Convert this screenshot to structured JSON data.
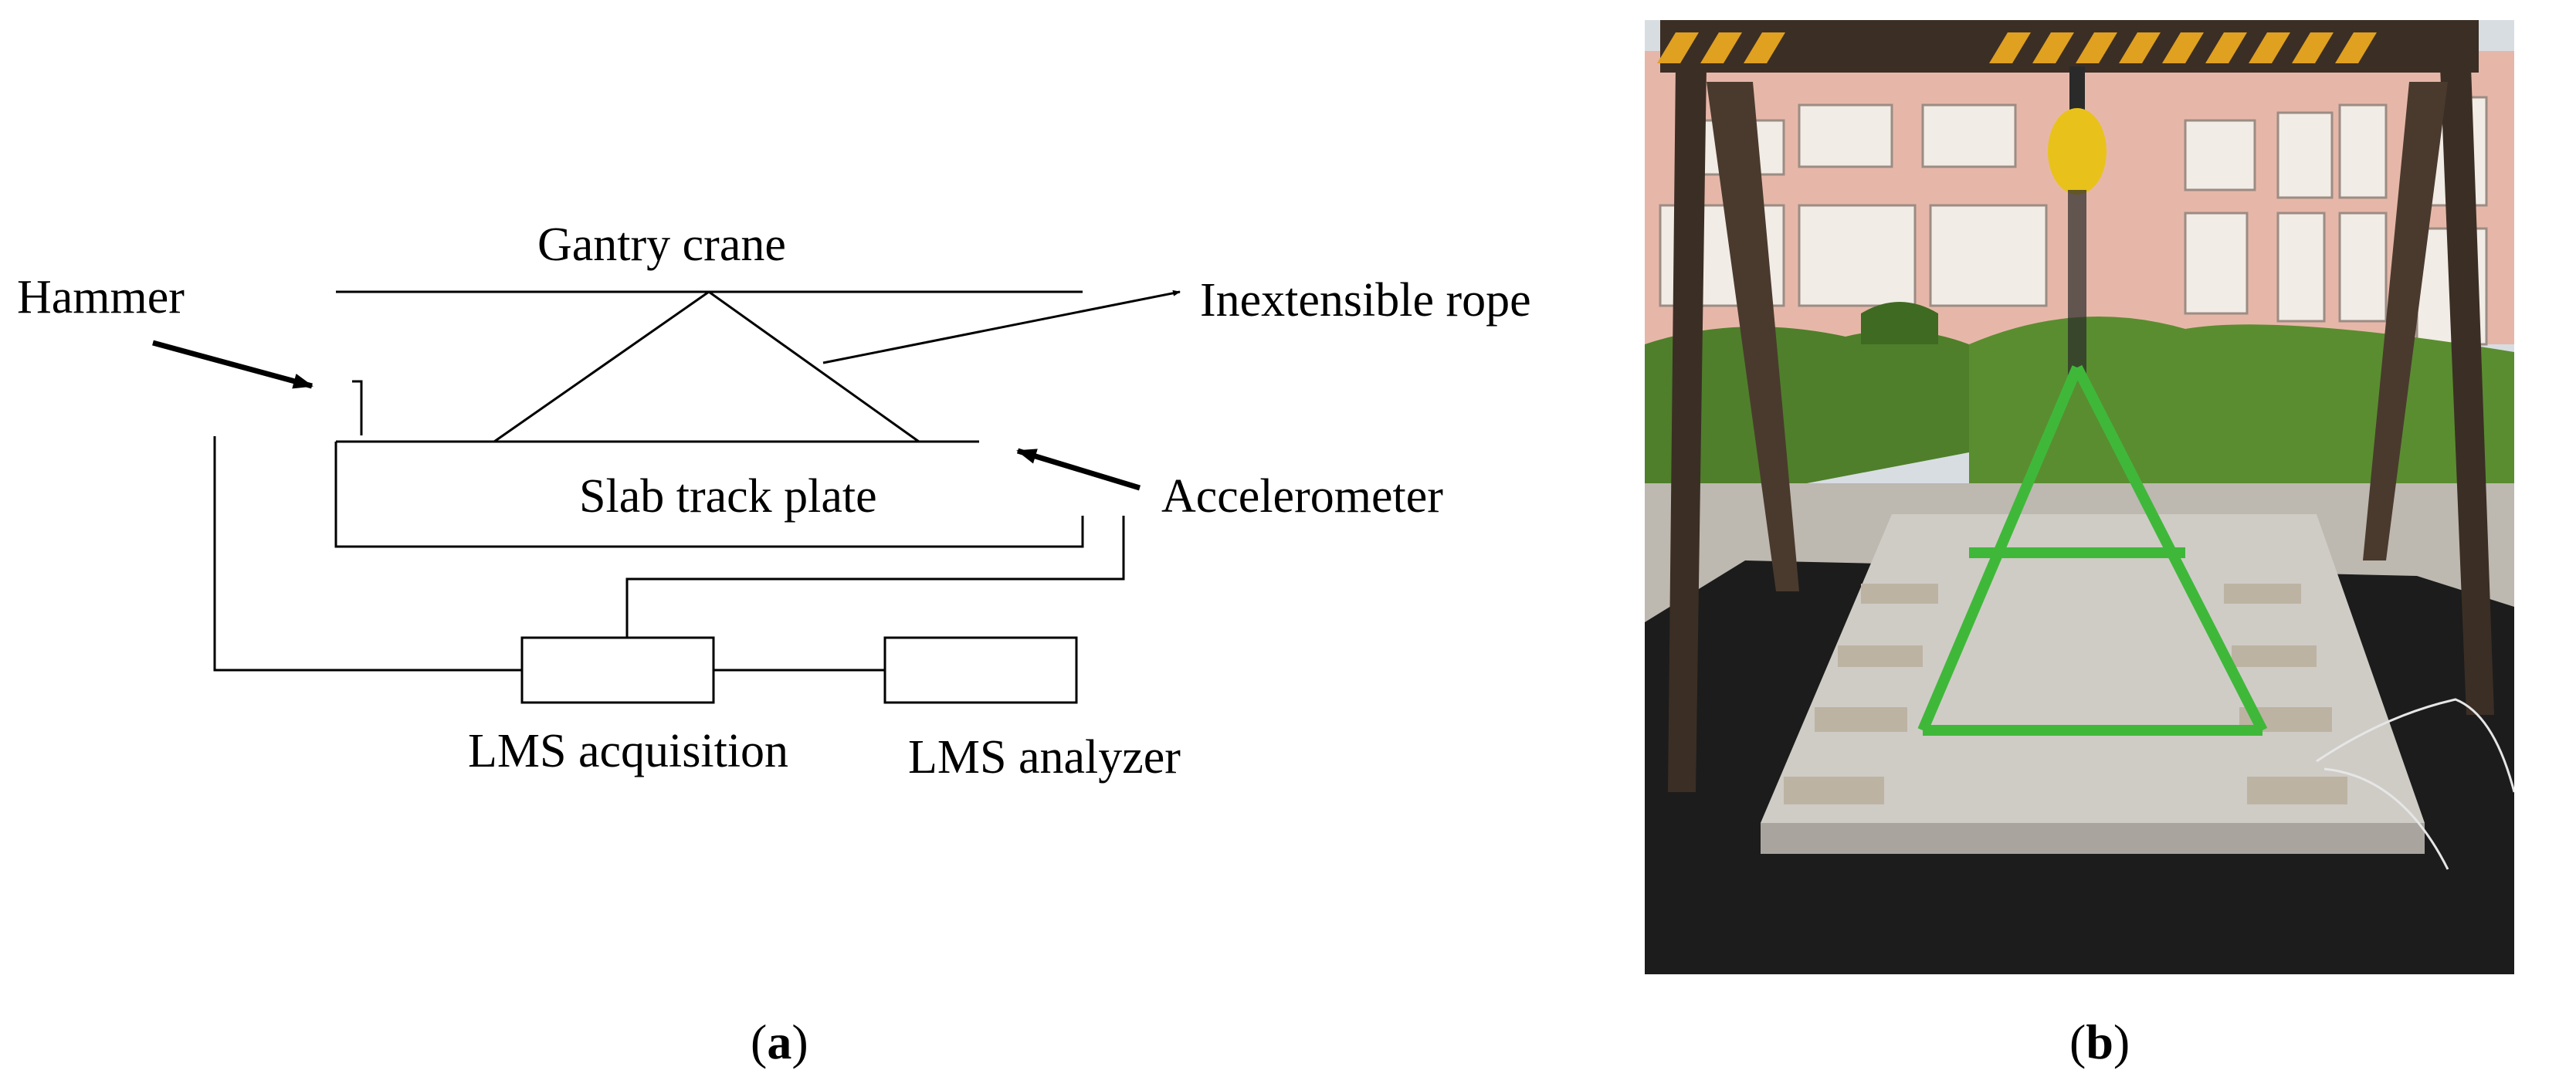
{
  "diagram": {
    "labels": {
      "gantry_crane": "Gantry crane",
      "hammer": "Hammer",
      "rope": "Inextensible rope",
      "slab": "Slab track plate",
      "accelerometer": "Accelerometer",
      "lms_acquisition": "LMS acquisition",
      "lms_analyzer": "LMS analyzer"
    }
  },
  "captions": {
    "a": "a",
    "b": "b"
  },
  "photo": {
    "description_colors": {
      "sky": "#d8dde2",
      "building": "#e6b7a8",
      "hedge": "#4f7f2a",
      "steel": "#3b2e25",
      "warning_stripe": "#e0a020",
      "strap": "#3fb83a",
      "slab": "#cfccc6",
      "mat": "#1c1c1c"
    }
  }
}
